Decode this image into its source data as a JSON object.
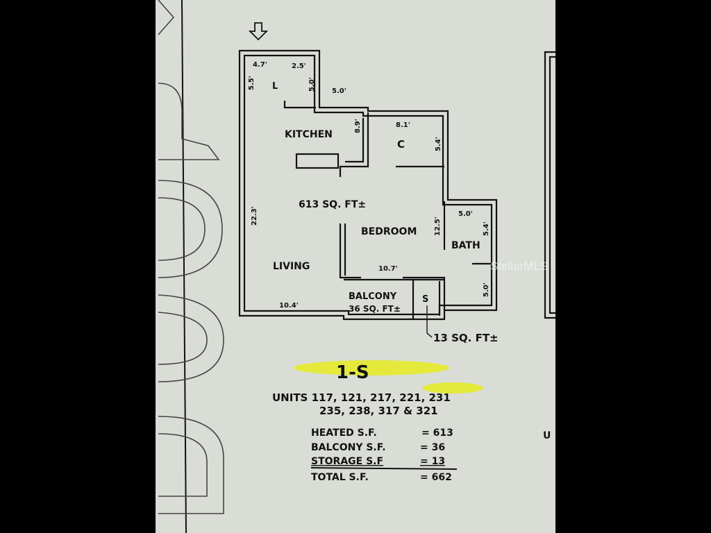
{
  "plan": {
    "unit_type": "1-S",
    "total_area_label": "613 SQ. FT±",
    "rooms": {
      "kitchen": "KITCHEN",
      "living": "LIVING",
      "bedroom": "BEDROOM",
      "bath": "BATH",
      "closet": "C",
      "laundry": "L",
      "balcony": "BALCONY",
      "balcony_area": "36 SQ. FT±",
      "storage": "S",
      "storage_area": "13 SQ. FT±"
    },
    "dimensions": {
      "laundry_top_left": "4.7'",
      "laundry_top_right": "2.5'",
      "laundry_side_left": "5.5'",
      "laundry_side_right": "5.0'",
      "kitchen_width": "5.0'",
      "kitchen_depth": "8.9'",
      "closet_width": "8.1'",
      "closet_depth": "5.4'",
      "living_depth": "22.3'",
      "living_width": "10.4'",
      "bedroom_depth": "12.5'",
      "bedroom_width": "10.7'",
      "bath_width": "5.0'",
      "bath_depth_upper": "5.4'",
      "bath_depth_lower": "5.0'"
    },
    "units_line1": "UNITS 117, 121, 217, 221, 231",
    "units_line2": "235, 238, 317 & 321",
    "areas": [
      {
        "label": "HEATED S.F.",
        "value": "= 613"
      },
      {
        "label": "BALCONY S.F.",
        "value": "= 36"
      },
      {
        "label": "STORAGE S.F",
        "value": "= 13"
      },
      {
        "label": "TOTAL S.F.",
        "value": "= 662"
      }
    ],
    "watermark": "StellarMLS",
    "right_edge_fragment": "U",
    "highlight_color": "#e6ea2a",
    "paper_color": "#d9ddd6"
  }
}
